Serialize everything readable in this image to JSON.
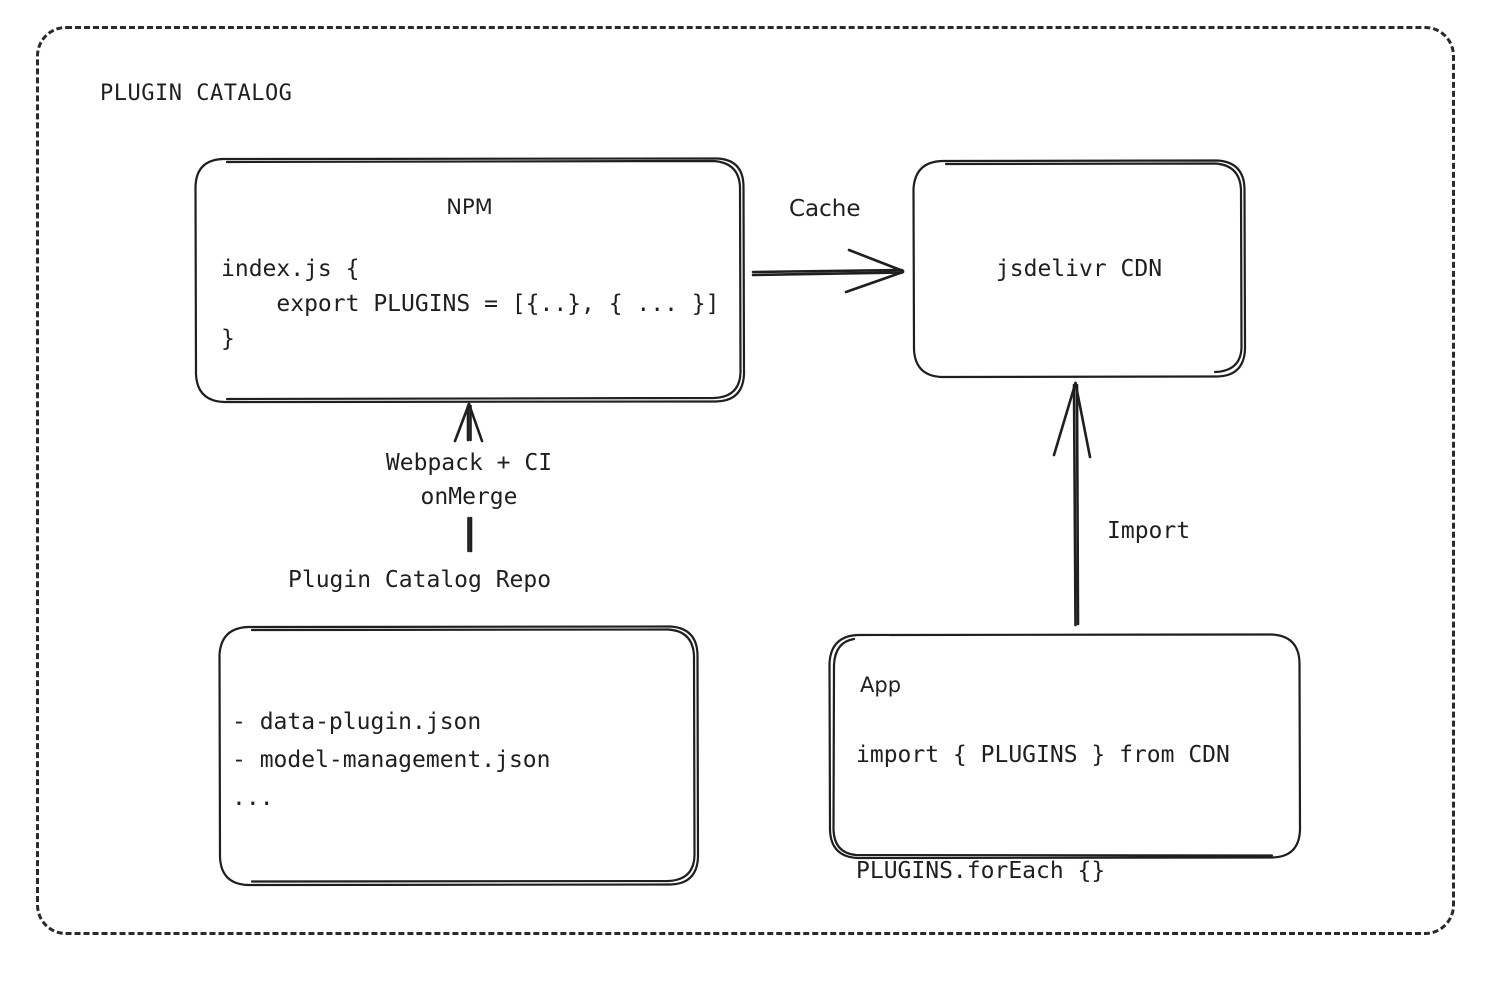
{
  "diagram": {
    "title": "PLUGIN CATALOG",
    "type": "architecture-flow-diagram",
    "background_color": "#ffffff",
    "stroke_color": "#1f1f1f",
    "style": "hand-drawn sketch"
  },
  "nodes": {
    "npm": {
      "heading": "NPM",
      "code": "index.js {\n    export PLUGINS = [{..}, { ... }]\n}"
    },
    "cdn": {
      "heading": "jsdelivr CDN"
    },
    "repo": {
      "caption": "Plugin Catalog Repo",
      "code": "- data-plugin.json\n- model-management.json\n..."
    },
    "app": {
      "heading": "App",
      "code": "import { PLUGINS } from CDN\n\nPLUGINS.forEach {}"
    }
  },
  "edges": {
    "npm_to_cdn": {
      "label": "Cache"
    },
    "repo_to_npm": {
      "label": "Webpack + CI\nonMerge"
    },
    "app_to_cdn": {
      "label": "Import"
    }
  }
}
